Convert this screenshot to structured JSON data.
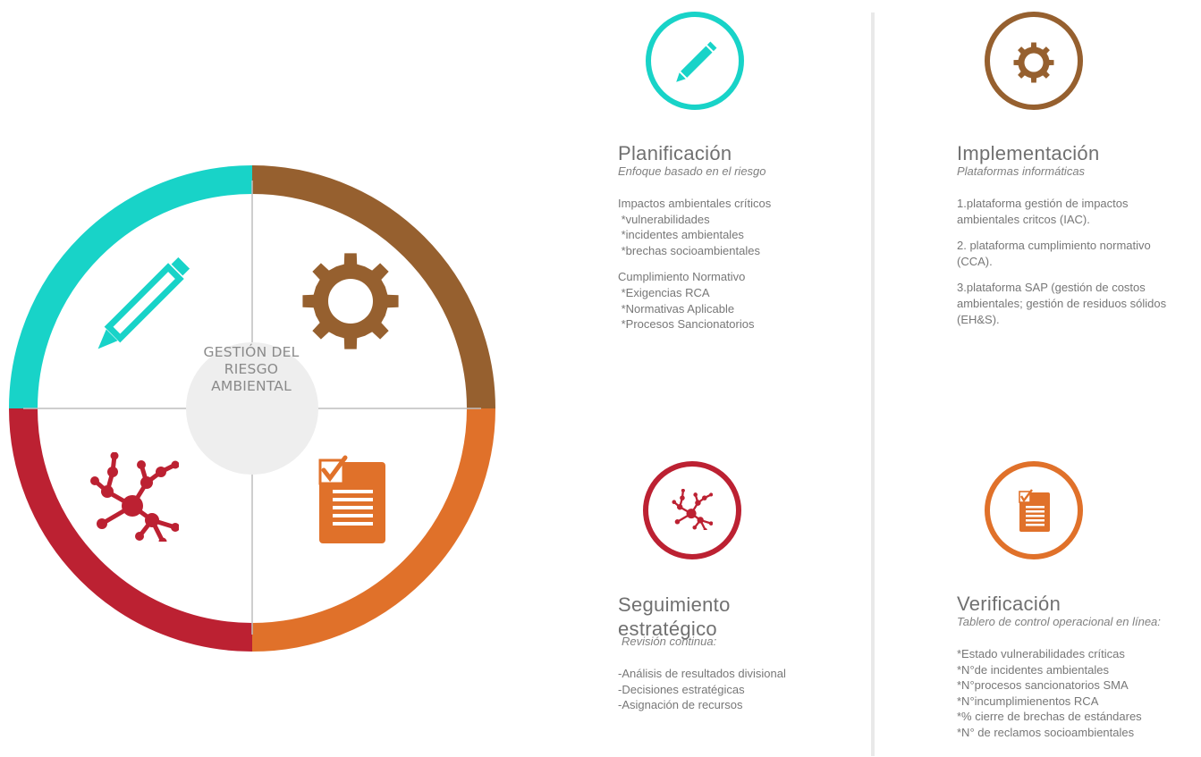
{
  "center": {
    "lines": [
      "GESTIÓN DEL",
      "RIESGO",
      "AMBIENTAL"
    ]
  },
  "colors": {
    "teal": "#18d3c8",
    "brown": "#96602f",
    "orange": "#e0712a",
    "red": "#bc2132",
    "center_fill": "#eeeeee",
    "divider": "#e9e9e9",
    "cross_line": "#bdbdbd"
  },
  "wheel": {
    "segments": [
      {
        "name": "planificacion-arc",
        "color_key": "teal",
        "icon": "pencil-icon"
      },
      {
        "name": "implementacion-arc",
        "color_key": "brown",
        "icon": "gear-icon"
      },
      {
        "name": "verificacion-arc",
        "color_key": "orange",
        "icon": "checklist-document-icon"
      },
      {
        "name": "seguimiento-arc",
        "color_key": "red",
        "icon": "network-nodes-icon"
      }
    ]
  },
  "panels": {
    "planificacion": {
      "icon": "pencil-icon",
      "title": "Planificación",
      "subtitle": "Enfoque basado en el riesgo",
      "groups": [
        [
          "Impactos ambientales críticos",
          " *vulnerabilidades",
          " *incidentes ambientales",
          " *brechas socioambientales"
        ],
        [
          "Cumplimiento Normativo",
          " *Exigencias RCA",
          " *Normativas Aplicable",
          " *Procesos Sancionatorios"
        ]
      ]
    },
    "implementacion": {
      "icon": "gear-icon",
      "title": "Implementación",
      "subtitle": "Plataformas informáticas",
      "groups": [
        [
          "1.plataforma gestión de impactos",
          "ambientales critcos (IAC)."
        ],
        [
          "2. plataforma cumplimiento normativo",
          "(CCA)."
        ],
        [
          "3.plataforma SAP (gestión de costos",
          "ambientales; gestión de residuos sólidos",
          "(EH&S)."
        ]
      ]
    },
    "seguimiento": {
      "icon": "network-nodes-icon",
      "title_lines": [
        "Seguimiento",
        "estratégico"
      ],
      "subtitle": "Revisión continua:",
      "groups": [
        [
          "-Análisis de resultados divisional",
          "-Decisiones estratégicas",
          "-Asignación de recursos"
        ]
      ]
    },
    "verificacion": {
      "icon": "checklist-document-icon",
      "title": "Verificación",
      "subtitle": "Tablero de control operacional en línea:",
      "groups": [
        [
          "*Estado vulnerabilidades críticas",
          "*N°de incidentes ambientales",
          "*N°procesos sancionatorios SMA",
          "*N°incumplimienentos RCA",
          "*% cierre de brechas de estándares",
          "*N° de reclamos socioambientales"
        ]
      ]
    }
  }
}
